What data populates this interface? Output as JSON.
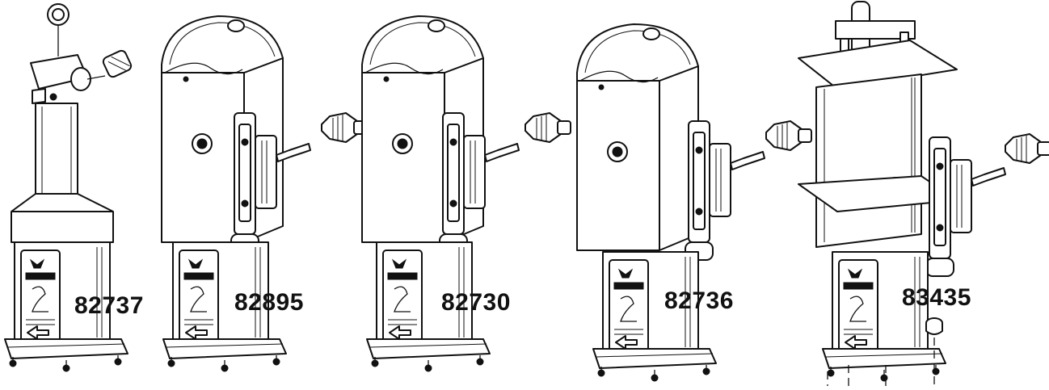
{
  "pumps": [
    {
      "part_number": "82737",
      "type": "small",
      "icon": "pump-with-eyebolt-icon"
    },
    {
      "part_number": "82895",
      "type": "hood",
      "icon": "pump-with-hood-icon"
    },
    {
      "part_number": "82730",
      "type": "hood",
      "icon": "pump-with-hood-icon"
    },
    {
      "part_number": "82736",
      "type": "hood",
      "icon": "pump-with-hood-icon"
    },
    {
      "part_number": "83435",
      "type": "frame",
      "icon": "pump-with-lift-frame-icon"
    }
  ]
}
